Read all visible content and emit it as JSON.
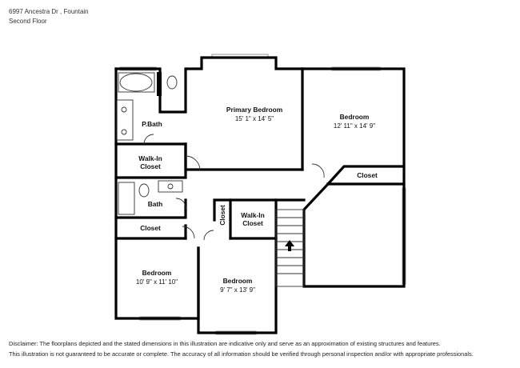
{
  "header": {
    "address": "6997 Ancestra Dr , Fountain",
    "floor": "Second Floor"
  },
  "rooms": [
    {
      "id": "primary-bedroom",
      "name": "Primary Bedroom",
      "dims": "15' 1\" x 14' 5\""
    },
    {
      "id": "bedroom-ne",
      "name": "Bedroom",
      "dims": "12' 11\" x 14' 9\""
    },
    {
      "id": "pbath",
      "name": "P.Bath",
      "dims": ""
    },
    {
      "id": "walkin-closet-1",
      "name": "Walk-In\nCloset",
      "dims": ""
    },
    {
      "id": "closet-ne",
      "name": "Closet",
      "dims": ""
    },
    {
      "id": "bath",
      "name": "Bath",
      "dims": ""
    },
    {
      "id": "closet-vertical",
      "name": "Closet",
      "dims": ""
    },
    {
      "id": "walkin-closet-2",
      "name": "Walk-In\nCloset",
      "dims": ""
    },
    {
      "id": "closet-w",
      "name": "Closet",
      "dims": ""
    },
    {
      "id": "bedroom-sw",
      "name": "Bedroom",
      "dims": "10' 9\" x 11' 10\""
    },
    {
      "id": "bedroom-s",
      "name": "Bedroom",
      "dims": "9' 7\" x 13' 9\""
    }
  ],
  "disclaimer": {
    "line1": "Disclaimer: The floorplans depicted and the stated dimensions in this illustration are indicative only and serve as an approximation of existing structures and features.",
    "line2": "This illustration is not guaranteed to be accurate or complete. The accuracy of all information should be verified through personal inspection and/or with appropriate professionals."
  },
  "colors": {
    "wall": "#000000",
    "text": "#222222",
    "background": "#ffffff"
  }
}
